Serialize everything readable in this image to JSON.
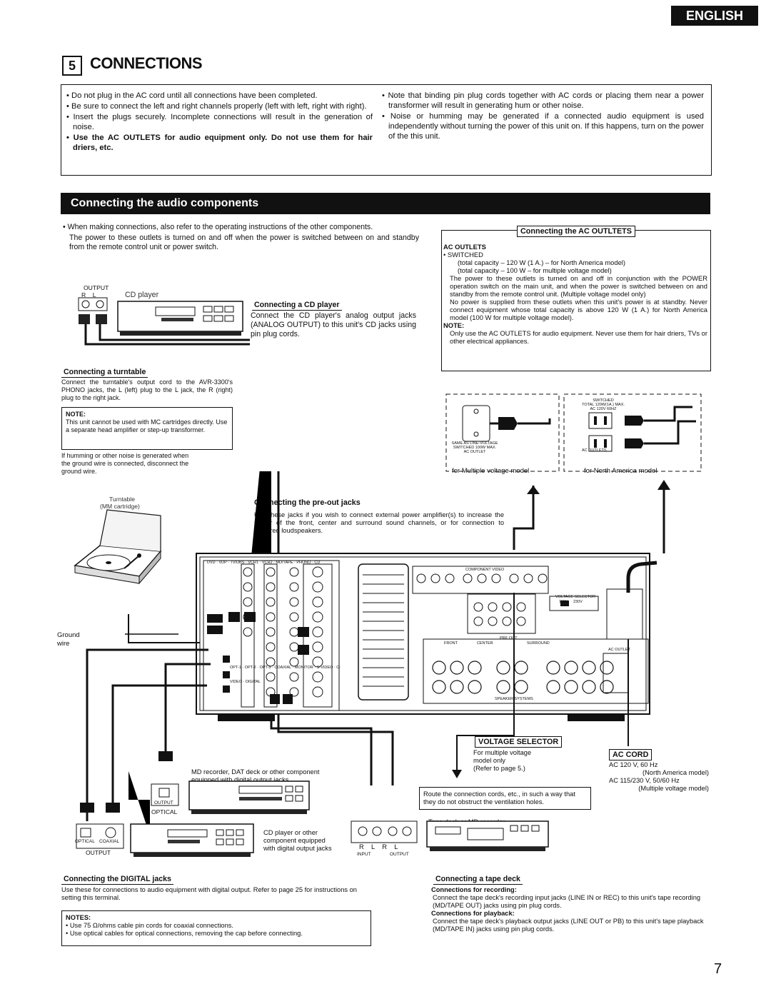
{
  "header": {
    "language": "ENGLISH",
    "section_number": "5",
    "section_title": "CONNECTIONS"
  },
  "warnings": {
    "left": [
      "Do not plug in the AC cord until all connections have been completed.",
      "Be sure to connect the left and right channels properly (left with left, right with right).",
      "Insert the plugs securely. Incomplete connections will result in the generation of noise.",
      "Use the AC OUTLETS for audio equipment only. Do not use them for hair driers, etc."
    ],
    "right": [
      "Note that binding pin plug cords together with AC cords or placing them near a power transformer will result in generating hum or other noise.",
      "Noise or humming may be generated if a connected audio equipment is used independently without turning the power of this unit on. If this happens, turn on the power of the this unit."
    ]
  },
  "audio": {
    "title": "Connecting the audio components",
    "intro_1": "When making connections, also refer to the operating instructions of the other components.",
    "intro_2": "The power to these outlets is turned on and off when the power is switched between on and standby from the remote control unit or power switch."
  },
  "cd_player": {
    "label": "CD player",
    "output": "OUTPUT",
    "rl": "R    L",
    "heading": "Connecting a CD player",
    "text": "Connect the CD player's analog output jacks (ANALOG OUTPUT) to this unit's CD jacks using pin plug cords."
  },
  "turntable": {
    "heading": "Connecting a turntable",
    "text": "Connect the turntable's output cord to the AVR-3300's PHONO jacks, the L (left) plug to the L jack, the R (right) plug to the right jack.",
    "note_label": "NOTE:",
    "note": "This unit cannot be used with MC cartridges directly. Use a separate head amplifier or step-up transformer.",
    "hum": "If humming or other noise is generated when the ground wire is connected, disconnect the ground wire.",
    "label_1": "Turntable",
    "label_2": "(MM cartridge)",
    "ground_1": "Ground",
    "ground_2": "wire"
  },
  "ac_outlets": {
    "heading": "Connecting the AC OUTLTETS",
    "title": "AC OUTLETS",
    "switched": "• SWITCHED",
    "cap_na": "(total capacity – 120 W (1 A.) – for North America model)",
    "cap_mv": "(total capacity – 100 W – for multiple voltage model)",
    "p1": "The power to these outlets is turned on and off in conjunction with the POWER operation switch on the main unit, and when the power is switched between on and standby from the remote control unit. (Multiple voltage model only)",
    "p2": "No power is supplied from these outlets when this unit's power is at standby. Never connect equipment whose total capacity is above 120 W (1 A.) for North America model (100 W for multiple voltage model).",
    "note_label": "NOTE:",
    "note": "Only use the AC OUTLETS for audio equipment. Never use them for hair driers, TVs or other electrical appliances.",
    "outlet_mv_1": "SAME AS LINE-VOLTAGE",
    "outlet_mv_2": "SWITCHED 100W MAX.",
    "outlet_mv_3": "AC OUTLET",
    "outlet_na_1": "SWITCHED",
    "outlet_na_2": "TOTAL 120W(1A.) MAX.",
    "outlet_na_3": "AC 120V 60HZ",
    "outlet_na_4": "AC OUTLETS",
    "caption_mv": "for Multiple voltage model",
    "caption_na": "for North America model"
  },
  "preout": {
    "heading": "Connecting the pre-out jacks",
    "text": "Use these jacks if you wish to connect external power amplifier(s) to increase the power of the front, center and surround sound channels, or for connection to powered loudspeakers."
  },
  "panel": {
    "component_video": "COMPONENT VIDEO",
    "pre_out": "PRE OUT",
    "speaker_systems": "SPEAKER SYSTEMS",
    "front": "FRONT",
    "center": "CENTER",
    "surround": "SURROUND",
    "voltage_selector": "VOLTAGE SELECTOR",
    "v115": "115V",
    "v230": "230V",
    "ac_outlet": "AC OUTLET",
    "labels": [
      "DVD",
      "VDP",
      "TV/DBS",
      "VCR1",
      "VCR2",
      "MD/TAPE",
      "PHONO",
      "CD",
      "OPT-1",
      "OPT-2",
      "OPT-3",
      "COAXIAL",
      "MONITOR",
      "S-VIDEO",
      "C-VIDEO",
      "DIGITAL"
    ]
  },
  "voltage": {
    "heading": "VOLTAGE SELECTOR",
    "l1": "For multiple voltage",
    "l2": "model only",
    "l3": "(Refer to page 5.)"
  },
  "ac_cord": {
    "heading": "AC CORD",
    "l1": "AC 120 V, 60 Hz",
    "l2": "(North America model)",
    "l3": "AC 115/230 V, 50/60 Hz",
    "l4": "(Multiple voltage model)"
  },
  "route_note": "Route the connection cords, etc., in such a way that they do not obstruct the ventilation holes.",
  "md_recorder": {
    "label_1": "MD recorder, DAT deck or other component",
    "label_2": "equipped with digital output jacks",
    "output": "OUTPUT",
    "optical": "OPTICAL"
  },
  "cd_digital": {
    "label_1": "CD player or other",
    "label_2": "component equipped",
    "label_3": "with digital output jacks",
    "optical": "OPTICAL",
    "coaxial": "COAXIAL",
    "output": "OUTPUT"
  },
  "tape_deck": {
    "label": "Tape deck or MD recorder",
    "rlrl": "R    L    R    L",
    "input": "INPUT",
    "output": "OUTPUT"
  },
  "digital": {
    "heading": "Connecting the DIGITAL jacks",
    "text": "Use these for connections to audio equipment with digital output. Refer to page 25 for instructions on setting this terminal.",
    "notes_label": "NOTES:",
    "note_1": "• Use 75 Ω/ohms cable pin cords for coaxial connections.",
    "note_2": "• Use optical cables for optical connections, removing the cap before connecting."
  },
  "tape": {
    "heading": "Connecting a tape deck",
    "rec_label": "Connections for recording:",
    "rec_text": "Connect the tape deck's recording input jacks (LINE IN or REC) to this unit's tape recording (MD/TAPE OUT) jacks using pin plug cords.",
    "play_label": "Connections for playback:",
    "play_text": "Connect the tape deck's playback output jacks (LINE OUT or PB) to this unit's tape playback (MD/TAPE IN) jacks using pin plug cords."
  },
  "page_number": "7"
}
